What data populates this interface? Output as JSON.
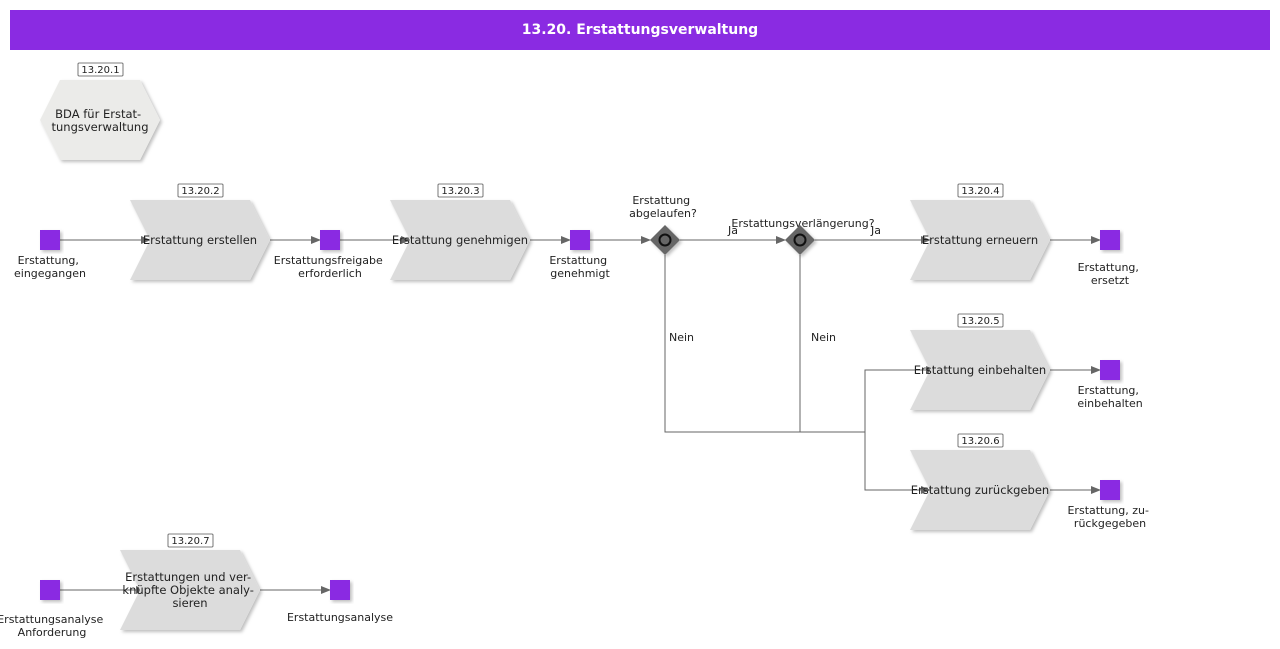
{
  "title": "13.20. Erstattungsverwaltung",
  "colors": {
    "header": "#8a2be2",
    "event": "#8a2be2",
    "function": "#dcdcdc",
    "gateway": "#666666"
  },
  "ids": {
    "f1": "13.20.1",
    "f2": "13.20.2",
    "f3": "13.20.3",
    "f4": "13.20.4",
    "f5": "13.20.5",
    "f6": "13.20.6",
    "f7": "13.20.7"
  },
  "functions": {
    "f1": [
      "BDA für Erstat-",
      "tungsverwaltung"
    ],
    "f2": [
      "Erstattung erstellen"
    ],
    "f3": [
      "Erstattung genehmigen"
    ],
    "f4": [
      "Erstattung erneuern"
    ],
    "f5": [
      "Erstattung einbehalten"
    ],
    "f6": [
      "Erstattung zurückgeben"
    ],
    "f7": [
      "Erstattungen und ver-",
      "knüpfte Objekte analy-",
      "sieren"
    ]
  },
  "events": {
    "e1": [
      "Erstattung,",
      "eingegangen"
    ],
    "e2": [
      "Erstattungsfreigabe",
      "erforderlich"
    ],
    "e3": [
      "Erstattung",
      "genehmigt"
    ],
    "e4": [
      "Erstattung,",
      "ersetzt"
    ],
    "e5": [
      "Erstattung,",
      "einbehalten"
    ],
    "e6": [
      "Erstattung, zu-",
      "rückgegeben"
    ],
    "e7": [
      "Erstattungsanalyse",
      "Anforderung"
    ],
    "e8": [
      "Erstattungsanalyse"
    ]
  },
  "gateways": {
    "g1": [
      "Erstattung",
      "abgelaufen?"
    ],
    "g2": [
      "Erstattungsverlängerung?"
    ]
  },
  "edge_labels": {
    "yes1": "Ja",
    "yes2": "Ja",
    "no1": "Nein",
    "no2": "Nein"
  }
}
